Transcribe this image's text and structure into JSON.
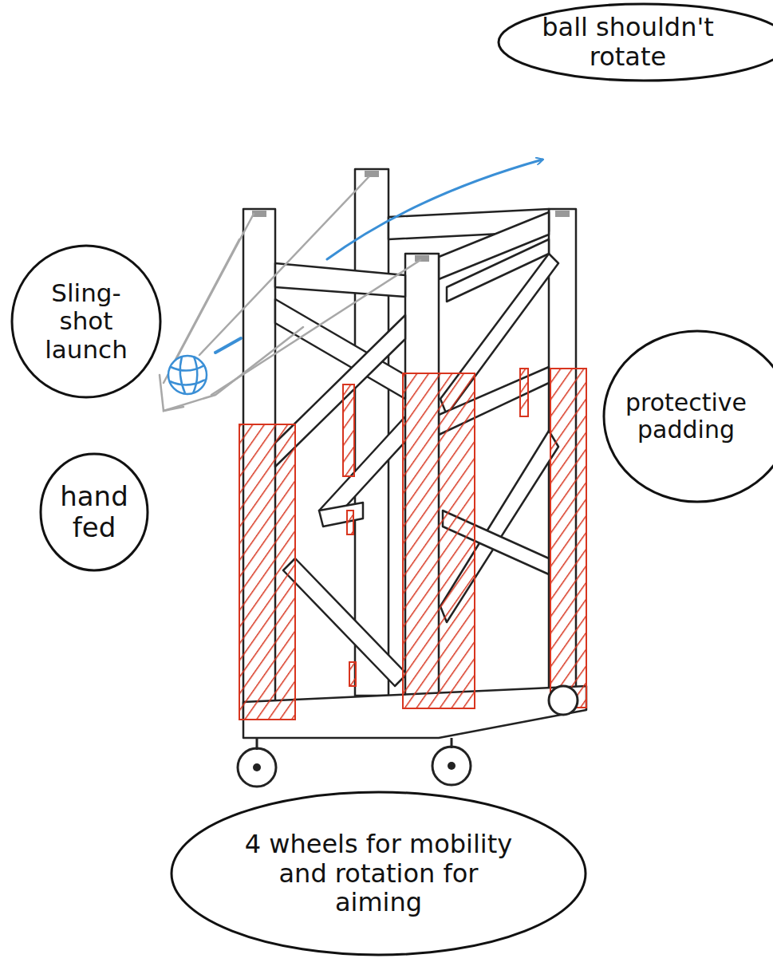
{
  "diagram": {
    "nodes": [
      {
        "text": [
          "ball shouldn't rotate"
        ]
      },
      {
        "text": [
          "Sling- shot launch"
        ]
      },
      {
        "text": [
          "hand fed"
        ]
      },
      {
        "text": [
          "protective padding"
        ]
      },
      {
        "text": [
          "4 wheels for mobility and rotation for aiming"
        ]
      }
    ]
  }
}
